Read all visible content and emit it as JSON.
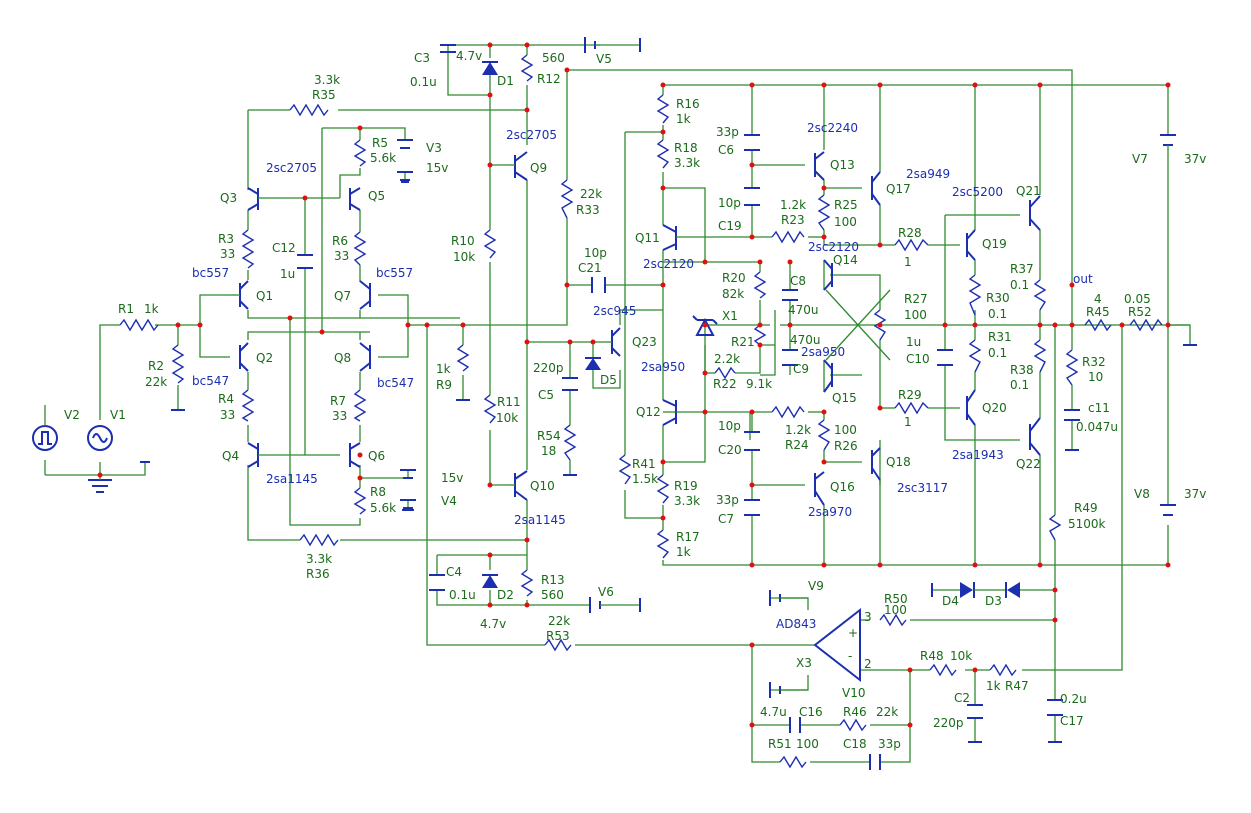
{
  "colors": {
    "wire": "#2f8a2f",
    "component": "#1c2fb0",
    "junction": "#e01010",
    "label": "#1a6b1a",
    "part_label": "#1c2fb0"
  },
  "labels": {
    "r35_val": "3.3k",
    "r35": "R35",
    "c3": "C3",
    "c3_val": "0.1u",
    "d1_val": "4.7v",
    "d1": "D1",
    "r12_val": "560",
    "r12": "R12",
    "v5": "V5",
    "r5": "R5",
    "r5_val": "5.6k",
    "v3": "V3",
    "v3_val": "15v",
    "q9_type": "2sc2705",
    "q9": "Q9",
    "q3_type": "2sc2705",
    "q3": "Q3",
    "q5": "Q5",
    "r3": "R3",
    "r3_val": "33",
    "c12": "C12",
    "c12_val": "1u",
    "r6": "R6",
    "r6_val": "33",
    "q1_type": "bc557",
    "q1": "Q1",
    "q7": "Q7",
    "q7_type": "bc557",
    "r1": "R1",
    "r1_val": "1k",
    "r2": "R2",
    "r2_val": "22k",
    "q2": "Q2",
    "q8": "Q8",
    "q2_type": "bc547",
    "q8_type": "bc547",
    "r4": "R4",
    "r4_val": "33",
    "r7": "R7",
    "r7_val": "33",
    "v2": "V2",
    "v1": "V1",
    "q4": "Q4",
    "q6": "Q6",
    "q4_type": "2sa1145",
    "r8": "R8",
    "r8_val": "5.6k",
    "r36_val": "3.3k",
    "r36": "R36",
    "r10": "R10",
    "r10_val": "10k",
    "r9_val": "1k",
    "r9": "R9",
    "r11": "R11",
    "r11_val": "10k",
    "v4_val": "15v",
    "v4": "V4",
    "q10": "Q10",
    "q10_type": "2sa1145",
    "c4": "C4",
    "c4_val": "0.1u",
    "d2": "D2",
    "d2_val": "4.7v",
    "r13": "R13",
    "r13_val": "560",
    "v6": "V6",
    "r53_val": "22k",
    "r53": "R53",
    "r33_val": "22k",
    "r33": "R33",
    "c21_val": "10p",
    "c21": "C21",
    "q23_type": "2sc945",
    "q23": "Q23",
    "c5_val": "220p",
    "c5": "C5",
    "d5": "D5",
    "q23_type2": "2sa950",
    "r54": "R54",
    "r54_val": "18",
    "r16": "R16",
    "r16_val": "1k",
    "r18": "R18",
    "r18_val": "3.3k",
    "q11": "Q11",
    "q11_type": "2sc2120",
    "c6_val": "33p",
    "c6": "C6",
    "c19_val": "10p",
    "c19": "C19",
    "q13_type": "2sc2240",
    "q13": "Q13",
    "r23_val": "1.2k",
    "r23": "R23",
    "r25": "R25",
    "r25_val": "100",
    "q17": "Q17",
    "q17_type": "2sa949",
    "q14_type": "2sc2120",
    "q14": "Q14",
    "r20": "R20",
    "r20_val": "82k",
    "x1": "X1",
    "c8": "C8",
    "c8_val": "470u",
    "r21": "R21",
    "r21_val": "2.2k",
    "r22": "R22",
    "r22_val": "9.1k",
    "c9_val": "470u",
    "c9": "C9",
    "q15_type": "2sa950",
    "q15": "Q15",
    "q12": "Q12",
    "c20_val": "10p",
    "c20": "C20",
    "r24_val": "1.2k",
    "r24": "R24",
    "r26_val": "100",
    "r26": "R26",
    "r41": "R41",
    "r41_val": "1.5k",
    "r19": "R19",
    "r19_val": "3.3k",
    "c7_val": "33p",
    "c7": "C7",
    "q16": "Q16",
    "q16_type": "2sa970",
    "r17": "R17",
    "r17_val": "1k",
    "q18": "Q18",
    "q18_type": "2sc3117",
    "r28": "R28",
    "r28_val": "1",
    "r27": "R27",
    "r27_val": "100",
    "c10_val": "1u",
    "c10": "C10",
    "r29": "R29",
    "r29_val": "1",
    "q19_type": "2sc5200",
    "q19": "Q19",
    "r30": "R30",
    "r30_val": "0.1",
    "r31": "R31",
    "r31_val": "0.1",
    "q20": "Q20",
    "q20_type": "2sa1943",
    "q21": "Q21",
    "r37": "R37",
    "r37_val": "0.1",
    "r38": "R38",
    "r38_val": "0.1",
    "q22": "Q22",
    "out": "out",
    "r45_val": "4",
    "r45": "R45",
    "r52_val": "0.05",
    "r52": "R52",
    "r32": "R32",
    "r32_val": "10",
    "c11": "c11",
    "c11_val": "0.047u",
    "v7": "V7",
    "v7_val": "37v",
    "v8": "V8",
    "v8_val": "37v",
    "r49": "R49",
    "r49_val": "5100k",
    "d4": "D4",
    "d3": "D3",
    "v9": "V9",
    "ad843": "AD843",
    "x3": "X3",
    "v10": "V10",
    "r50": "R50",
    "r50_val": "100",
    "pin3": "3",
    "pin2": "2",
    "plus": "+",
    "minus": "-",
    "r48": "R48",
    "r48_val": "10k",
    "r47_val": "1k",
    "r47": "R47",
    "c2": "C2",
    "c2_val": "220p",
    "c17_val": "0.2u",
    "c17": "C17",
    "c16_val": "4.7u",
    "c16": "C16",
    "r46": "R46",
    "r46_val": "22k",
    "r51": "R51",
    "r51_val": "100",
    "c18": "C18",
    "c18_val": "33p"
  }
}
